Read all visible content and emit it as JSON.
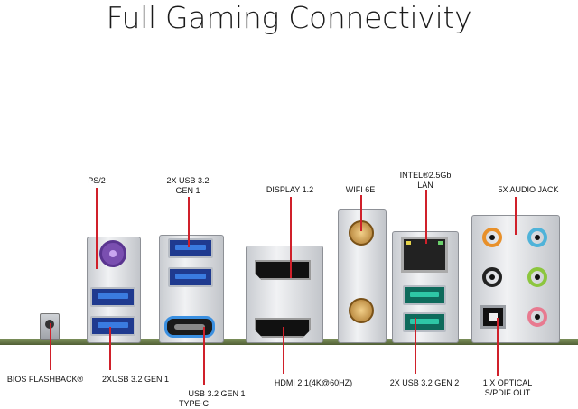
{
  "title": "Full Gaming Connectivity",
  "labels": {
    "ps2": "PS/2",
    "usb32gen1_top_1": "2X USB 3.2",
    "usb32gen1_top_2": "GEN 1",
    "display": "DISPLAY 1.2",
    "wifi": "WIFI 6E",
    "lan_1": "INTEL®2.5Gb",
    "lan_2": "LAN",
    "audio": "5X AUDIO JACK",
    "bios": "BIOS FLASHBACK®",
    "usb_bottom_left": "2XUSB 3.2 GEN 1",
    "typec_1": "USB 3.2 GEN 1",
    "typec_2": "TYPE-C",
    "hdmi": "HDMI 2.1(4K@60HZ)",
    "usb_gen2": "2X USB 3.2 GEN 2",
    "optical_1": "1 X OPTICAL",
    "optical_2": "S/PDIF OUT"
  },
  "colors": {
    "accent": "#d0202a",
    "usb_blue": "#1f3a8f",
    "usb_teal": "#0f6b5c",
    "ps2_purple": "#7a4fb0",
    "audio_orange": "#e8902a",
    "audio_blue": "#4fb3d9",
    "audio_black": "#222222",
    "audio_green": "#8cc63e",
    "audio_pink": "#e87a90"
  }
}
